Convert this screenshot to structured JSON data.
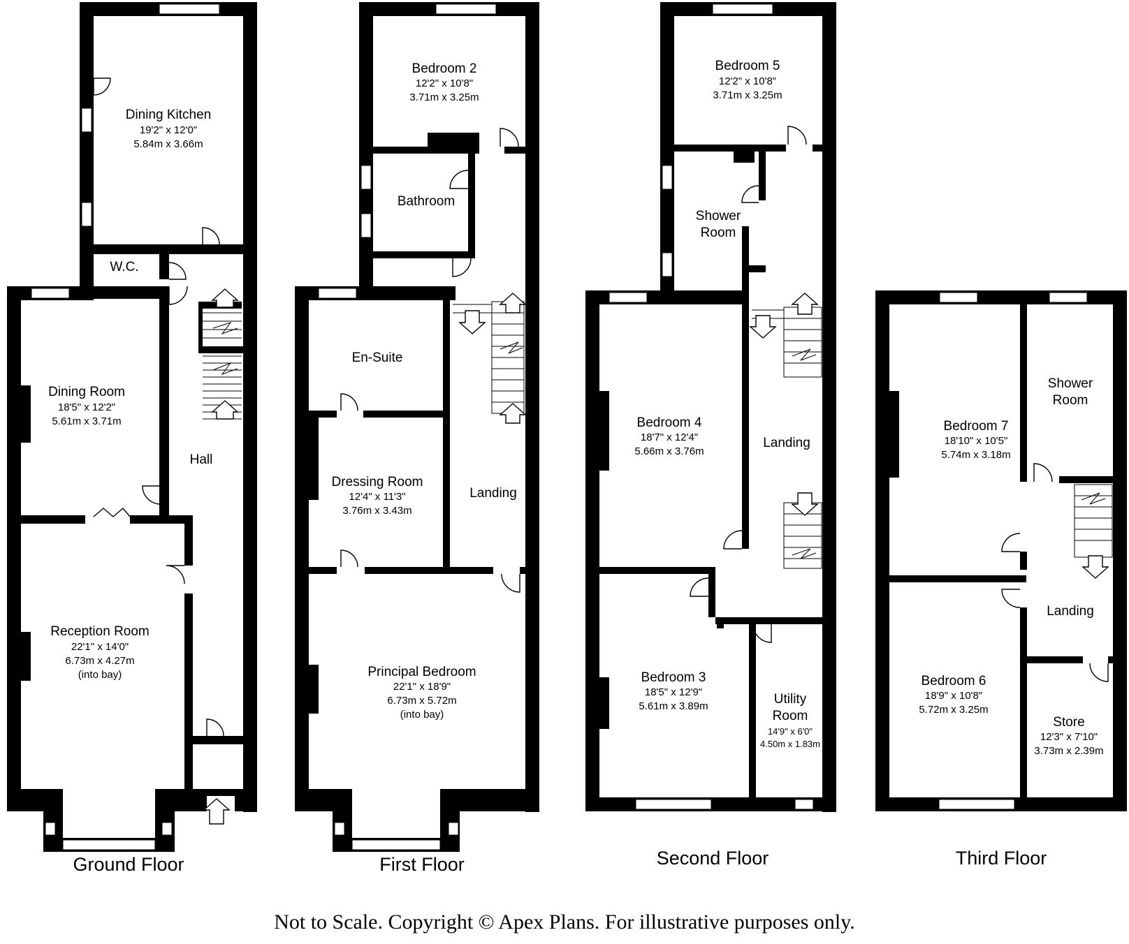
{
  "rooms": {
    "dining_kitchen": {
      "name": "Dining Kitchen",
      "imperial": "19'2\" x 12'0\"",
      "metric": "5.84m x 3.66m"
    },
    "wc": {
      "name": "W.C."
    },
    "dining_room": {
      "name": "Dining Room",
      "imperial": "18'5\" x 12'2\"",
      "metric": "5.61m x 3.71m"
    },
    "hall": {
      "name": "Hall"
    },
    "reception_room": {
      "name": "Reception Room",
      "imperial": "22'1\" x 14'0\"",
      "metric": "6.73m x 4.27m",
      "note": "(into bay)"
    },
    "bedroom_2": {
      "name": "Bedroom 2",
      "imperial": "12'2\" x 10'8\"",
      "metric": "3.71m x 3.25m"
    },
    "bathroom": {
      "name": "Bathroom"
    },
    "en_suite": {
      "name": "En-Suite"
    },
    "dressing_room": {
      "name": "Dressing Room",
      "imperial": "12'4\" x 11'3\"",
      "metric": "3.76m x 3.43m"
    },
    "landing_first": {
      "name": "Landing"
    },
    "principal_bedroom": {
      "name": "Principal Bedroom",
      "imperial": "22'1\" x 18'9\"",
      "metric": "6.73m x 5.72m",
      "note": "(into bay)"
    },
    "bedroom_5": {
      "name": "Bedroom 5",
      "imperial": "12'2\" x 10'8\"",
      "metric": "3.71m x 3.25m"
    },
    "shower_room_second": {
      "name_line1": "Shower",
      "name_line2": "Room"
    },
    "bedroom_4": {
      "name": "Bedroom 4",
      "imperial": "18'7\" x 12'4\"",
      "metric": "5.66m x 3.76m"
    },
    "landing_second": {
      "name": "Landing"
    },
    "bedroom_3": {
      "name": "Bedroom 3",
      "imperial": "18'5\" x 12'9\"",
      "metric": "5.61m x 3.89m"
    },
    "utility_room": {
      "name_line1": "Utility",
      "name_line2": "Room",
      "imperial": "14'9\" x 6'0\"",
      "metric": "4.50m x 1.83m"
    },
    "bedroom_7": {
      "name": "Bedroom 7",
      "imperial": "18'10\" x 10'5\"",
      "metric": "5.74m x 3.18m"
    },
    "shower_room_third": {
      "name_line1": "Shower",
      "name_line2": "Room"
    },
    "landing_third": {
      "name": "Landing"
    },
    "bedroom_6": {
      "name": "Bedroom 6",
      "imperial": "18'9\" x 10'8\"",
      "metric": "5.72m x 3.25m"
    },
    "store": {
      "name": "Store",
      "imperial": "12'3\" x 7'10\"",
      "metric": "3.73m x 2.39m"
    }
  },
  "floors": {
    "ground": "Ground Floor",
    "first": "First Floor",
    "second": "Second Floor",
    "third": "Third Floor"
  },
  "footer": "Not to Scale. Copyright © Apex Plans. For illustrative purposes only.",
  "colors": {
    "wall": "#000000",
    "background": "#ffffff"
  }
}
